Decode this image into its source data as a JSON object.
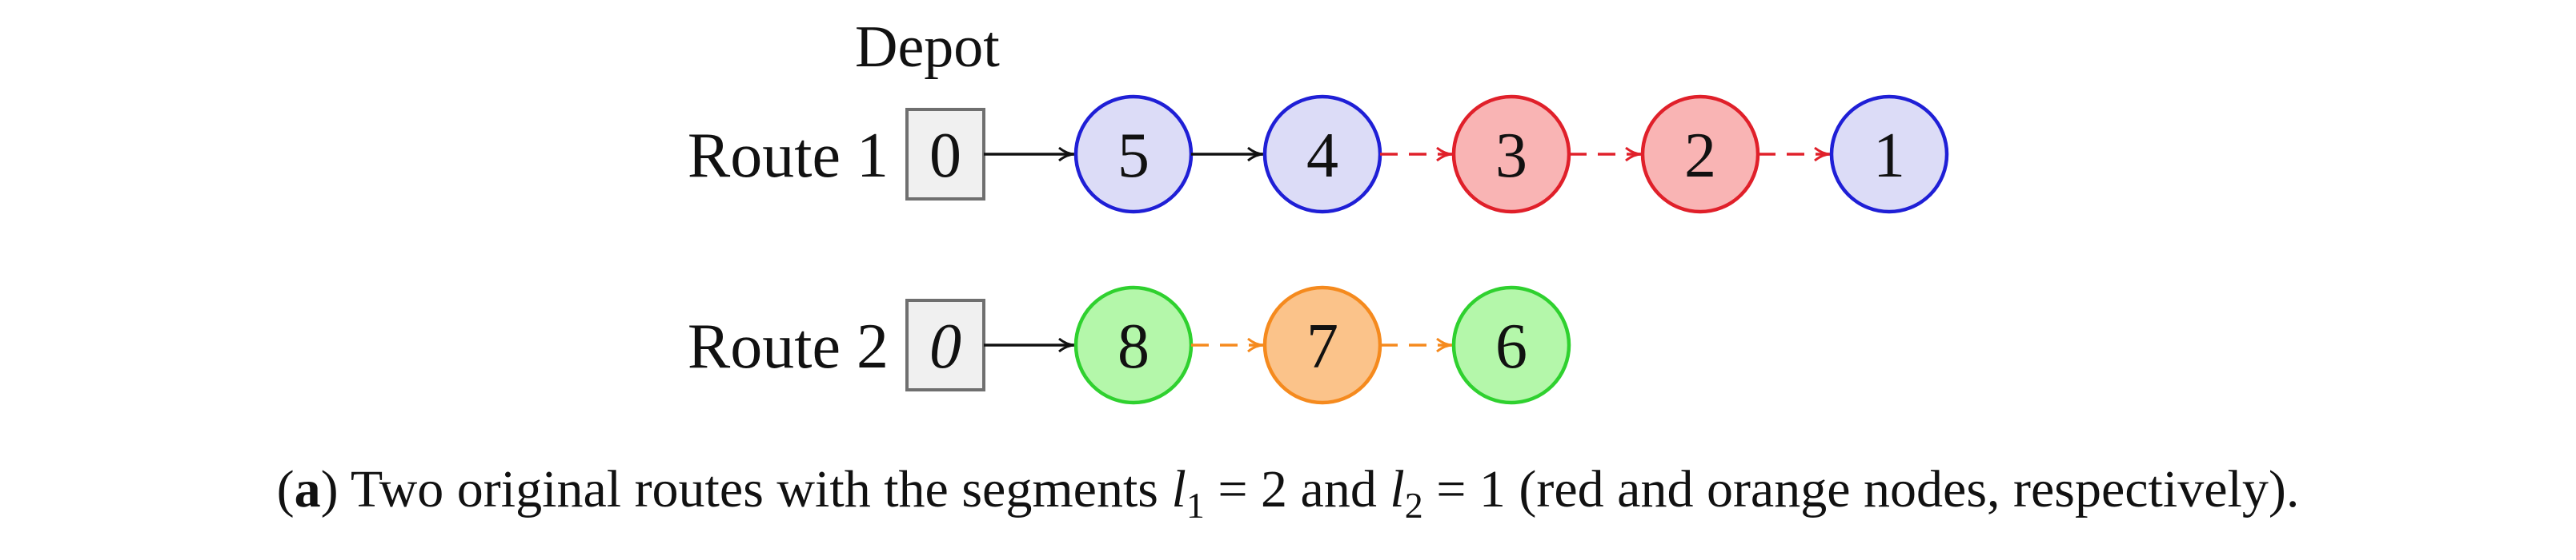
{
  "diagram": {
    "depot_title": "Depot",
    "routes": [
      {
        "label": "Route 1",
        "depot": {
          "text": "0",
          "italic": false
        },
        "nodes": [
          {
            "id": "5",
            "kind": "blue"
          },
          {
            "id": "4",
            "kind": "blue"
          },
          {
            "id": "3",
            "kind": "red"
          },
          {
            "id": "2",
            "kind": "red"
          },
          {
            "id": "1",
            "kind": "blue"
          }
        ],
        "edges": [
          "solid",
          "solid",
          "dashed-red",
          "dashed-red",
          "dashed-red"
        ]
      },
      {
        "label": "Route 2",
        "depot": {
          "text": "0",
          "italic": true
        },
        "nodes": [
          {
            "id": "8",
            "kind": "green"
          },
          {
            "id": "7",
            "kind": "orange"
          },
          {
            "id": "6",
            "kind": "green"
          }
        ],
        "edges": [
          "solid",
          "dashed-orange",
          "dashed-orange"
        ]
      }
    ],
    "node_styles": {
      "blue": {
        "fill": "#dcdcf7",
        "stroke": "#1f1fd6"
      },
      "red": {
        "fill": "#f9b4b4",
        "stroke": "#e0202a"
      },
      "green": {
        "fill": "#b4f7aa",
        "stroke": "#2fd12f"
      },
      "orange": {
        "fill": "#fbc38a",
        "stroke": "#f58a1e"
      }
    },
    "edge_styles": {
      "solid": {
        "color": "#111111",
        "dashed": false
      },
      "dashed-red": {
        "color": "#e0202a",
        "dashed": true
      },
      "dashed-orange": {
        "color": "#f58a1e",
        "dashed": true
      }
    },
    "depot_style": {
      "fill": "#f0f0f0",
      "stroke": "#6f6f6f"
    }
  },
  "caption": {
    "prefix": "(",
    "label": "a",
    "text_1": ") Two original routes with the segments ",
    "var_1": "l",
    "sub_1": "1",
    "eq_1": " = 2 and ",
    "var_2": "l",
    "sub_2": "2",
    "eq_2": " = 1 (red and orange nodes, respectively)."
  }
}
